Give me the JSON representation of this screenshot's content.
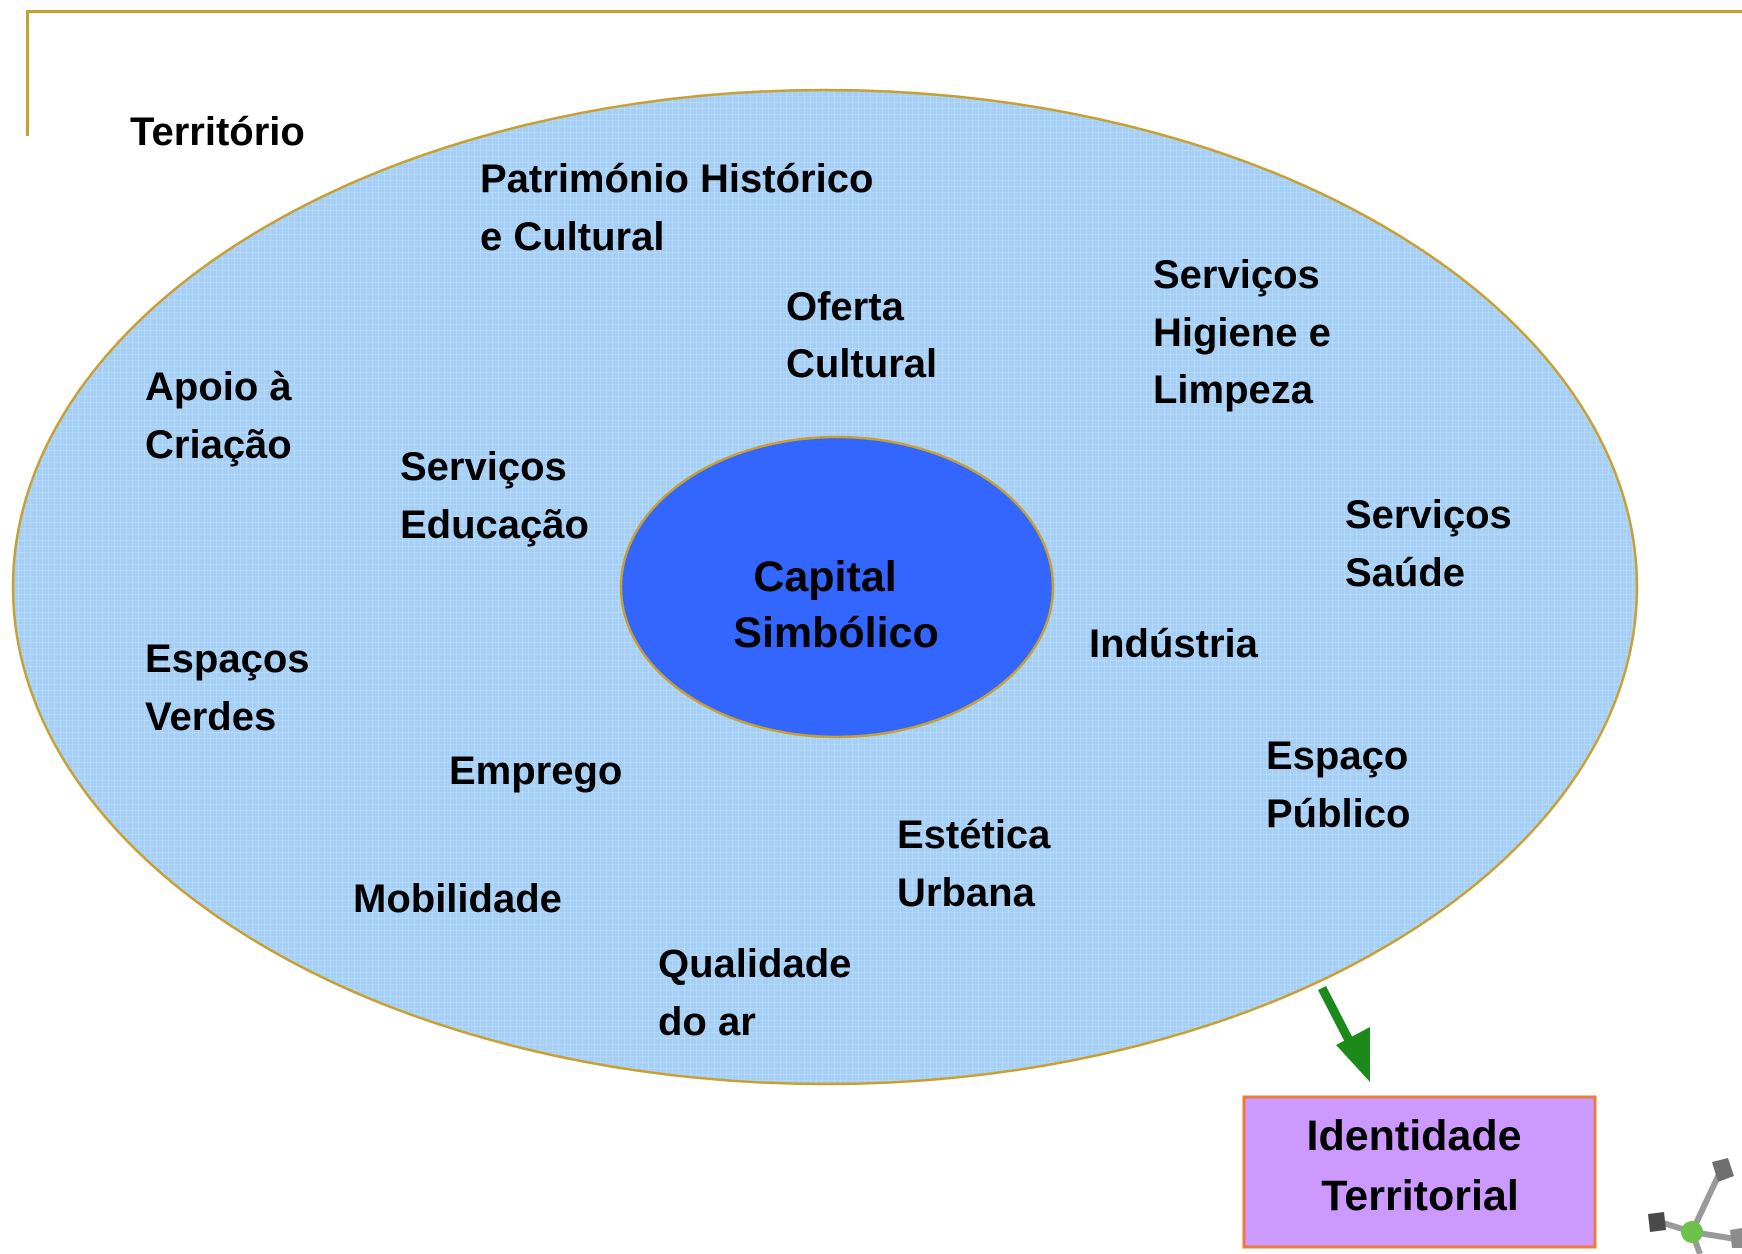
{
  "diagram": {
    "territory_label": "Território",
    "core": {
      "lines": [
        "Capital",
        "Simbólico"
      ]
    },
    "factors": [
      {
        "id": "patrimonio",
        "lines": [
          "Património Histórico",
          "e Cultural"
        ]
      },
      {
        "id": "oferta-cultural",
        "lines": [
          "Oferta",
          "Cultural"
        ]
      },
      {
        "id": "servicos-higiene",
        "lines": [
          "Serviços",
          "Higiene e",
          "Limpeza"
        ]
      },
      {
        "id": "apoio-criacao",
        "lines": [
          "Apoio à",
          "Criação"
        ]
      },
      {
        "id": "servicos-educacao",
        "lines": [
          "Serviços",
          "Educação"
        ]
      },
      {
        "id": "servicos-saude",
        "lines": [
          "Serviços",
          "Saúde"
        ]
      },
      {
        "id": "industria",
        "lines": [
          "Indústria"
        ]
      },
      {
        "id": "espacos-verdes",
        "lines": [
          "Espaços",
          "Verdes"
        ]
      },
      {
        "id": "emprego",
        "lines": [
          "Emprego"
        ]
      },
      {
        "id": "espaco-publico",
        "lines": [
          "Espaço",
          "Público"
        ]
      },
      {
        "id": "estetica-urbana",
        "lines": [
          "Estética",
          "Urbana"
        ]
      },
      {
        "id": "mobilidade",
        "lines": [
          "Mobilidade"
        ]
      },
      {
        "id": "qualidade-ar",
        "lines": [
          "Qualidade",
          "do ar"
        ]
      }
    ],
    "result_box": {
      "lines": [
        "Identidade",
        "Territorial"
      ]
    }
  },
  "colors": {
    "frame_line": "#c8a032",
    "outer_fill": "#a6cff5",
    "outer_stroke": "#c8a032",
    "core_fill": "#3366ff",
    "core_stroke": "#c8a032",
    "arrow": "#1b8a1b",
    "result_fill": "#cc99ff",
    "result_stroke": "#f07a3c",
    "text": "#000000"
  }
}
